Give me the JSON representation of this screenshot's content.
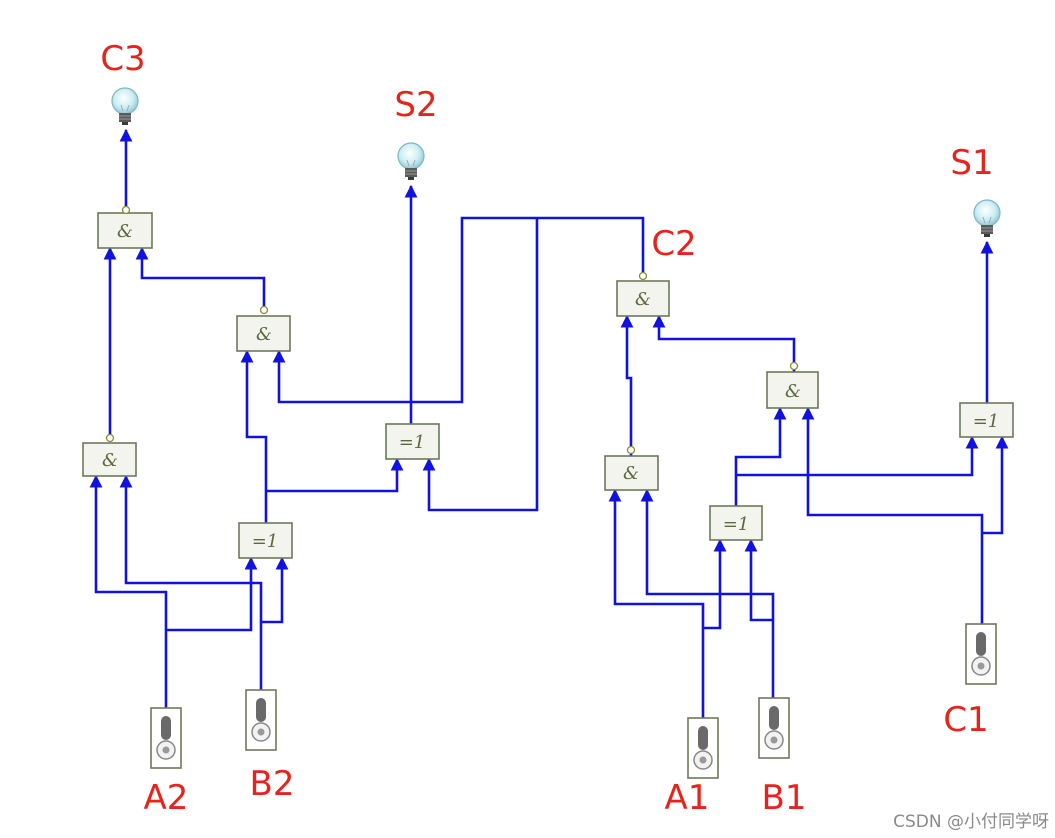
{
  "labels": {
    "c3": "C3",
    "s2": "S2",
    "s1": "S1",
    "c2": "C2",
    "a2": "A2",
    "b2": "B2",
    "a1": "A1",
    "b1": "B1",
    "c1": "C1"
  },
  "gates": {
    "and": "&",
    "xor": "=1"
  },
  "colors": {
    "wire": "#1212e0",
    "label": "#e8231b",
    "gate_border": "#6c7a5a"
  },
  "watermark": "CSDN @小付同学呀"
}
